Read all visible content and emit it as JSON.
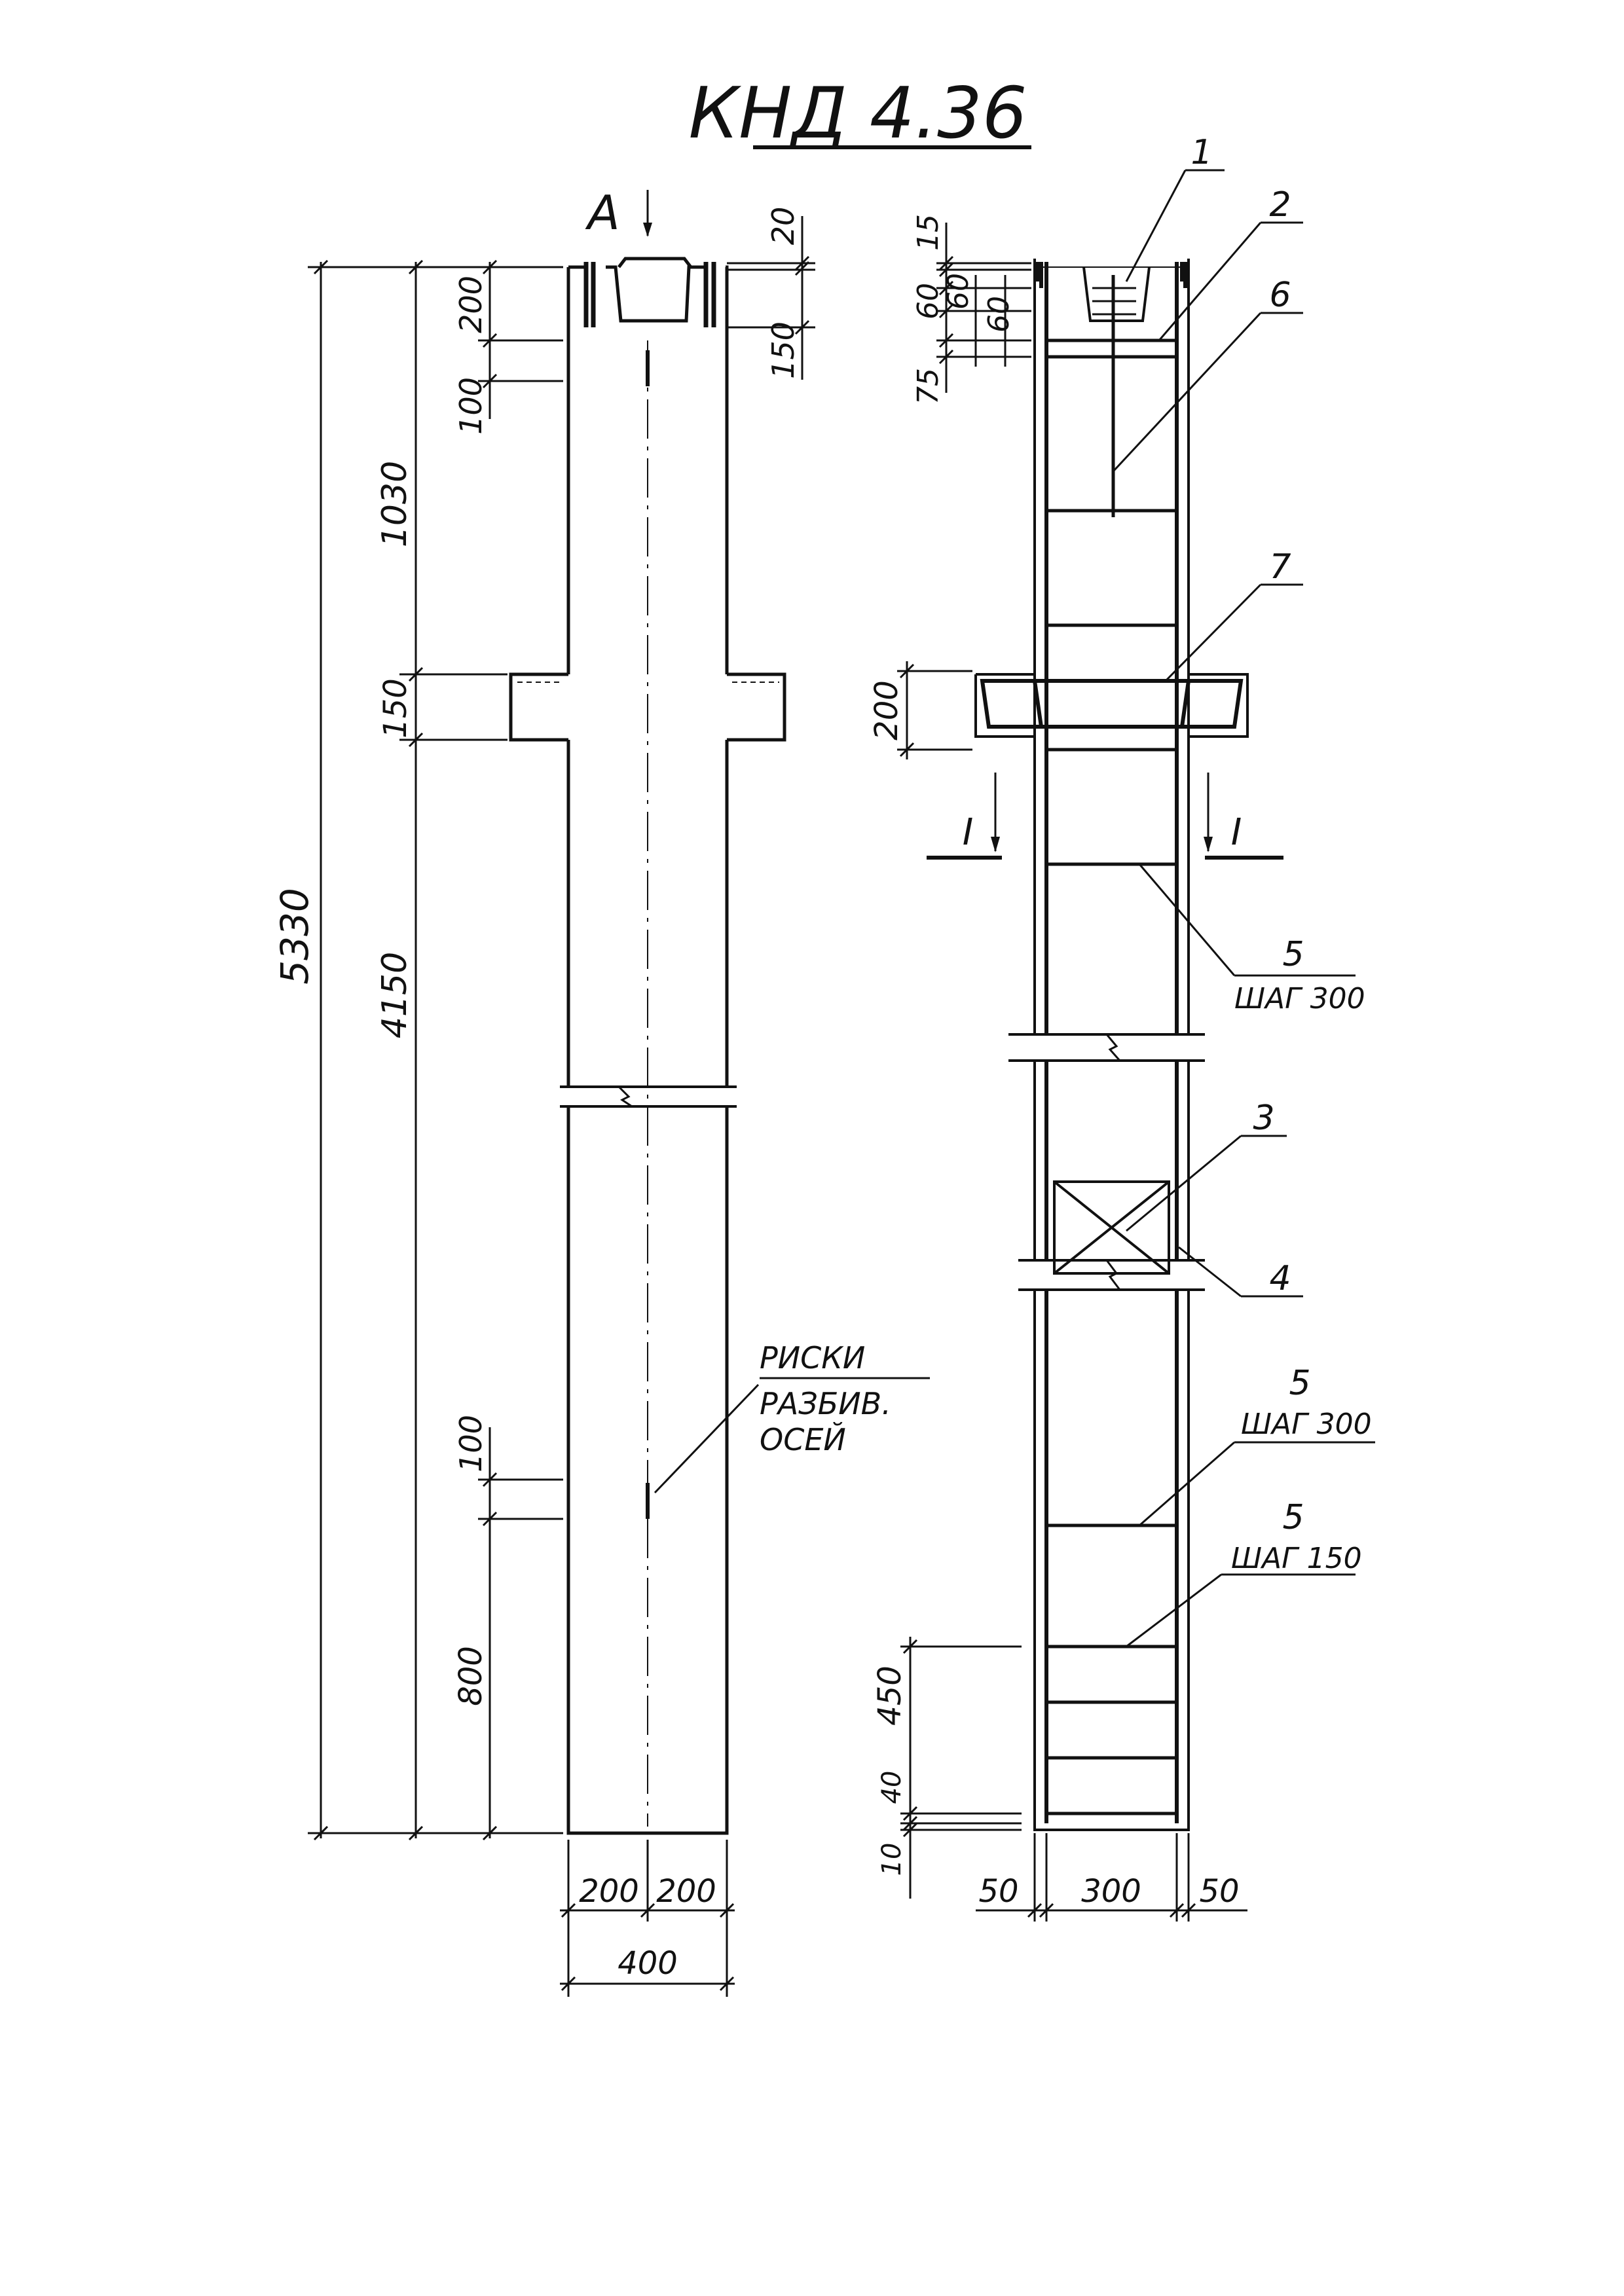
{
  "drawing": {
    "title": "КНД 4.36",
    "view_label": "А",
    "section_mark": "I",
    "axes_note": [
      "РИСКИ",
      "РАЗБИВ.",
      "ОСЕЙ"
    ]
  },
  "left_view": {
    "dims_vertical": {
      "total": "5330",
      "upper": "1030",
      "lower": "4150",
      "console": "150",
      "top_200": "200",
      "top_100": "100",
      "bottom_100": "100",
      "bottom_800": "800",
      "top_right_20": "20",
      "top_right_150": "150"
    },
    "dims_horizontal": {
      "half_left": "200",
      "half_right": "200",
      "total": "400"
    }
  },
  "right_view": {
    "dims_vertical": {
      "d15": "15",
      "d60a": "60",
      "d60b": "60",
      "d60c": "60",
      "d75": "75",
      "console": "200",
      "d450": "450",
      "d40": "40",
      "d10": "10"
    },
    "dims_horizontal": {
      "left": "50",
      "middle": "300",
      "right": "50"
    },
    "callouts": {
      "c1": "1",
      "c2": "2",
      "c3": "3",
      "c4": "4",
      "c5a": "5",
      "c5b": "5",
      "c5c": "5",
      "c6": "6",
      "c7": "7"
    },
    "step_notes": {
      "step_a": "ШАГ 300",
      "step_b": "ШАГ 300",
      "step_c": "ШАГ 150"
    }
  }
}
